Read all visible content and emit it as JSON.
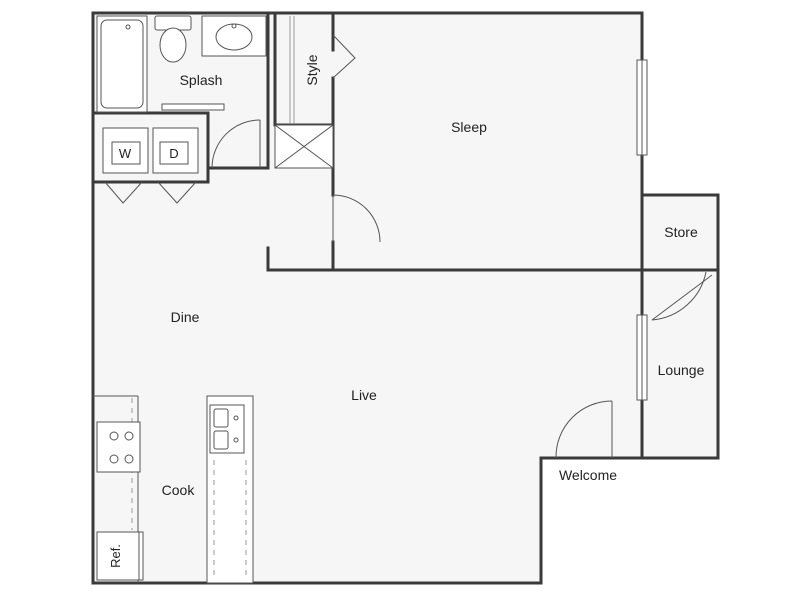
{
  "rooms": {
    "splash": "Splash",
    "style": "Style",
    "sleep": "Sleep",
    "store": "Store",
    "dine": "Dine",
    "live": "Live",
    "lounge": "Lounge",
    "cook": "Cook",
    "welcome": "Welcome"
  },
  "appliances": {
    "washer": "W",
    "dryer": "D",
    "fridge": "Ref."
  }
}
